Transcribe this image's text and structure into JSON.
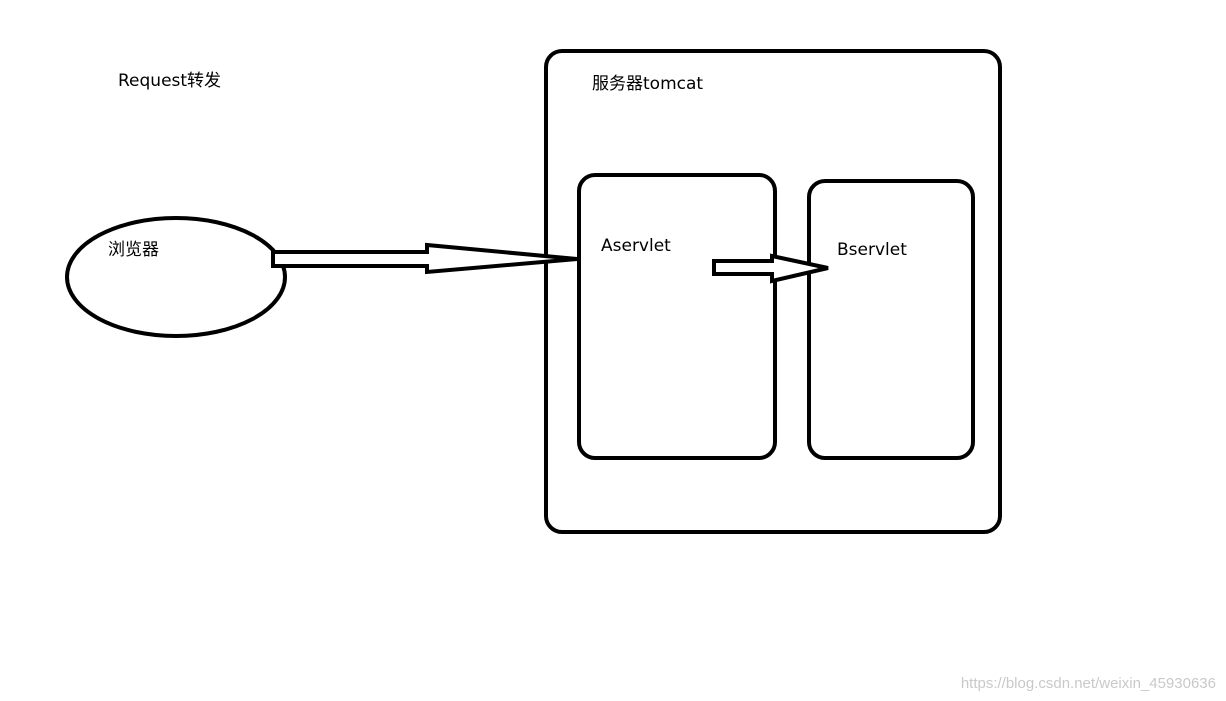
{
  "diagram": {
    "title": "Request转发",
    "browser": {
      "label": "浏览器"
    },
    "server": {
      "label": "服务器tomcat"
    },
    "servlet_a": {
      "label": "Aservlet"
    },
    "servlet_b": {
      "label": "Bservlet"
    }
  },
  "watermark": {
    "text": "https://blog.csdn.net/weixin_45930636"
  },
  "colors": {
    "stroke": "#000000",
    "background": "#ffffff",
    "watermark": "#c9c9c9"
  }
}
